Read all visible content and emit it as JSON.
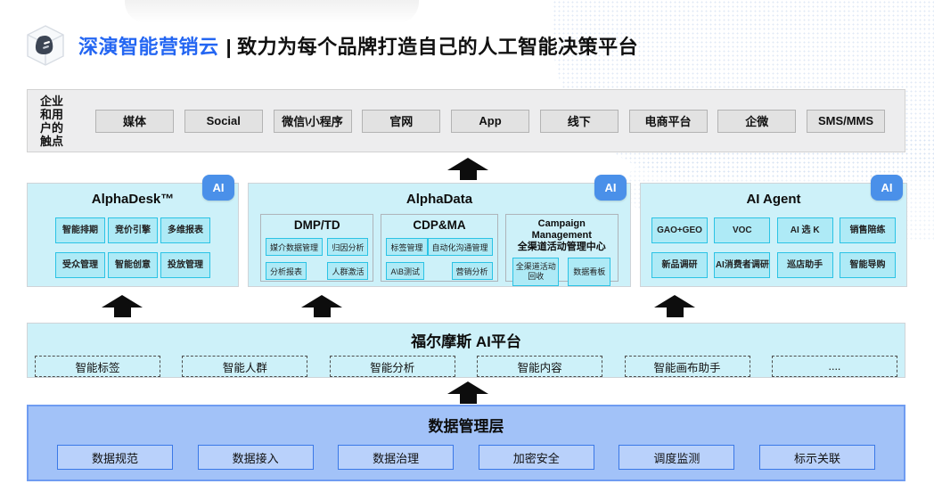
{
  "header": {
    "brand": "深演智能营销云",
    "separator": "|",
    "tagline": "致力为每个品牌打造自己的人工智能决策平台"
  },
  "touchpoints": {
    "label_lines": [
      "企业",
      "和用",
      "户的",
      "触点"
    ],
    "items": [
      "媒体",
      "Social",
      "微信\\小程序",
      "官网",
      "App",
      "线下",
      "电商平台",
      "企微",
      "SMS/MMS"
    ]
  },
  "products": {
    "ai_badge": "AI",
    "alphadesk": {
      "title": "AlphaDesk™",
      "items": [
        "智能排期",
        "竞价引擎",
        "多维报表",
        "受众管理",
        "智能创意",
        "投放管理"
      ]
    },
    "alphadata": {
      "title": "AlphaData",
      "modules": [
        {
          "title": "DMP/TD",
          "items": [
            "媒介数据管理",
            "归因分析",
            "分析报表",
            "人群激活"
          ]
        },
        {
          "title": "CDP&MA",
          "items": [
            "标签管理",
            "自动化沟通管理",
            "A\\B测试",
            "营销分析"
          ]
        },
        {
          "title": "Campaign Management",
          "subtitle": "全渠道活动管理中心",
          "items": [
            "全渠道活动 回收",
            "数据看板"
          ]
        }
      ]
    },
    "ai_agent": {
      "title": "AI Agent",
      "items": [
        "GAO+GEO",
        "VOC",
        "AI 选 K",
        "销售陪练",
        "新品调研",
        "AI消费者调研",
        "巡店助手",
        "智能导购"
      ]
    }
  },
  "ai_platform": {
    "title": "福尔摩斯 AI平台",
    "items": [
      "智能标签",
      "智能人群",
      "智能分析",
      "智能内容",
      "智能画布助手",
      "...."
    ]
  },
  "data_layer": {
    "title": "数据管理层",
    "items": [
      "数据规范",
      "数据接入",
      "数据治理",
      "加密安全",
      "调度监测",
      "标示关联"
    ]
  },
  "colors": {
    "brand_blue": "#2466f2",
    "ai_badge_blue": "#4a90e9",
    "cyan_panel": "#cdf1f9",
    "cyan_chip": "#aeeaf6",
    "cyan_chip_border": "#2bc3e5",
    "data_panel": "#a2c2f8",
    "data_chip": "#b9d1fb",
    "data_chip_border": "#3a78e7",
    "arrow_black": "#0d0d0d"
  }
}
